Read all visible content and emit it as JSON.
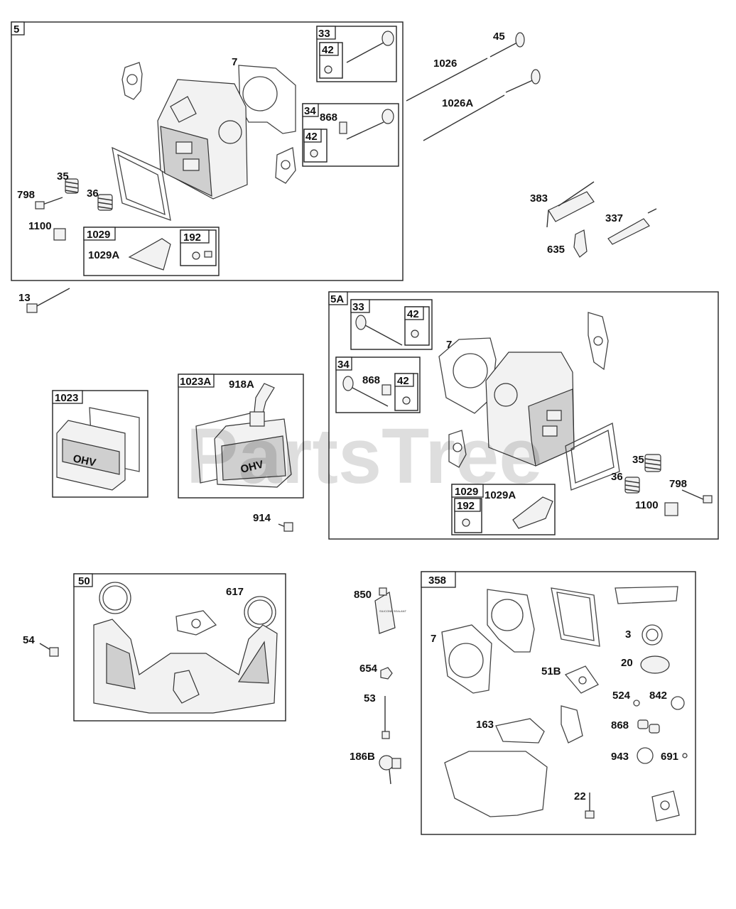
{
  "watermark": "PartsTree",
  "groups": {
    "g5": "5",
    "g5a": "5A",
    "g1023": "1023",
    "g1023a": "1023A",
    "g50": "50",
    "g358": "358"
  },
  "subgroups": {
    "a33": "33",
    "a42a": "42",
    "a34": "34",
    "a42b": "42",
    "a1029": "1029",
    "a192": "192",
    "b33": "33",
    "b42a": "42",
    "b34": "34",
    "b42b": "42",
    "b1029": "1029",
    "b192": "192"
  },
  "labels": {
    "p7a": "7",
    "p868a": "868",
    "p35a": "35",
    "p798a": "798",
    "p36a": "36",
    "p1100a": "1100",
    "p1029Aa": "1029A",
    "p45": "45",
    "p1026": "1026",
    "p1026A": "1026A",
    "p383": "383",
    "p337": "337",
    "p635": "635",
    "p13": "13",
    "p7b": "7",
    "p868b": "868",
    "p35b": "35",
    "p36b": "36",
    "p798b": "798",
    "p1100b": "1100",
    "p1029Ab": "1029A",
    "p918A": "918A",
    "p914": "914",
    "p617": "617",
    "p54": "54",
    "p850": "850",
    "p654": "654",
    "p53": "53",
    "p186B": "186B",
    "p7c": "7",
    "p3": "3",
    "p20": "20",
    "p51B": "51B",
    "p524": "524",
    "p842": "842",
    "p163": "163",
    "p868c": "868",
    "p943": "943",
    "p691": "691",
    "p22": "22"
  },
  "tube_text": "SILICONE SEALANT",
  "cover_text": "OHV"
}
